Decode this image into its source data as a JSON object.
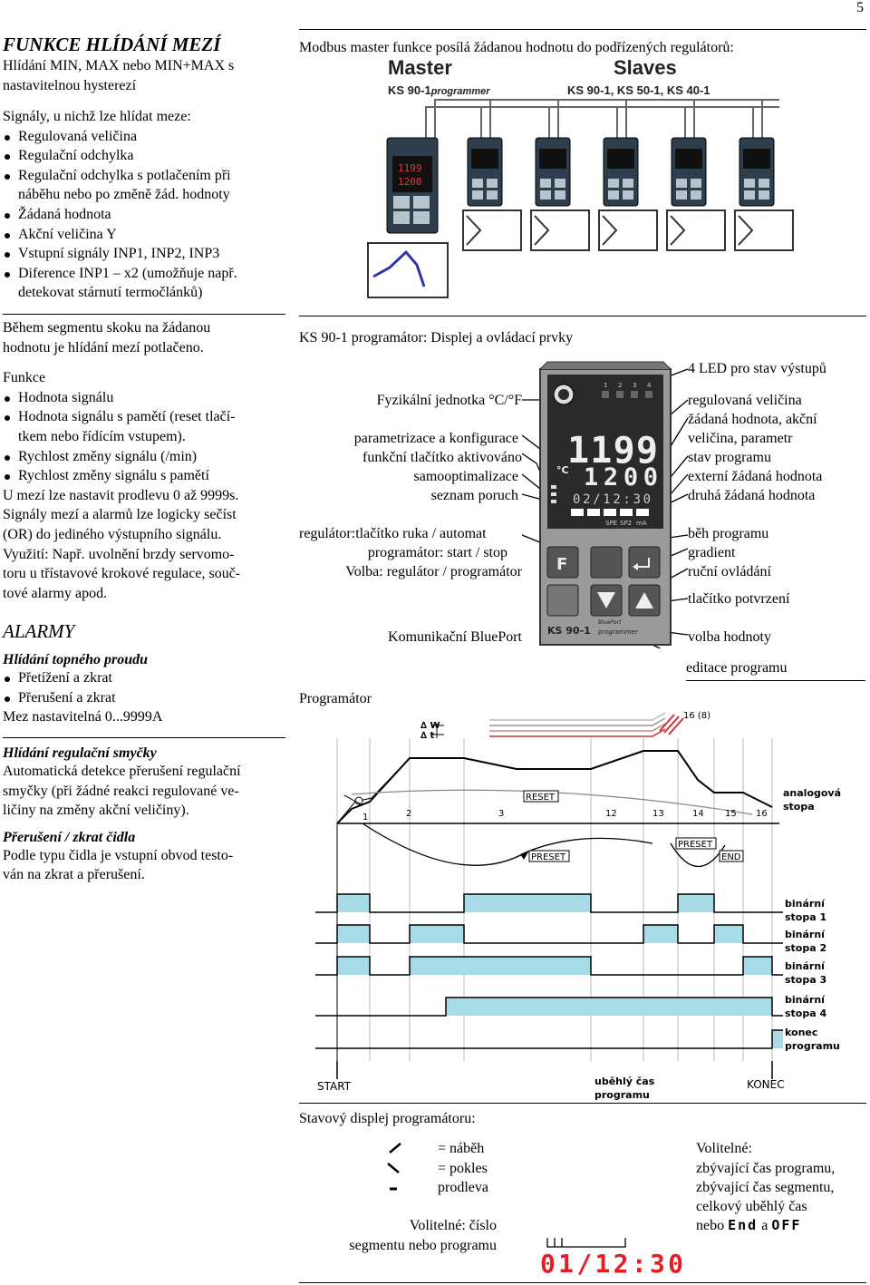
{
  "page_number": "5",
  "left": {
    "title": "FUNKCE HLÍDÁNÍ MEZÍ",
    "subtitle_lines": [
      "Hlídání MIN, MAX nebo MIN+MAX s",
      "nastavitelnou hysterezí"
    ],
    "signals_heading": "Signály, u nichž lze hlídat meze:",
    "signals": [
      "Regulovaná veličina",
      "Regulační odchylka",
      "Regulační odchylka s potlačením při",
      "náběhu nebo po změně žád. hodnoty",
      "Žádaná hodnota",
      "Akční veličina Y",
      "Vstupní signály INP1, INP2, INP3",
      "Diference INP1 – x2 (umožňuje např.",
      "detekovat stárnutí termočlánků)"
    ],
    "segment_note": [
      "Během segmentu skoku na žádanou",
      "hodnotu je hlídání mezí potlačeno."
    ],
    "funkce_heading": "Funkce",
    "funkce_items": [
      "Hodnota signálu",
      "Hodnota signálu s pamětí (reset tlačí-",
      "tkem nebo řídícím vstupem).",
      "Rychlost změny signálu (/min)",
      "Rychlost změny signálu s pamětí"
    ],
    "funkce_text": [
      "U mezí lze nastavit prodlevu 0 až 9999s.",
      "Signály mezí a alarmů lze logicky sečíst",
      "(OR) do jediného výstupního signálu.",
      "Využití: Např. uvolnění brzdy servomo-",
      "toru u třístavové krokové regulace, souč-",
      "tové alarmy apod."
    ],
    "alarmy_title": "ALARMY",
    "topny_heading": "Hlídání topného proudu",
    "topny_items": [
      "Přetížení a zkrat",
      "Přerušení a zkrat"
    ],
    "topny_text": "Mez nastavitelná 0...9999A",
    "smycka_heading": "Hlídání regulační smyčky",
    "smycka_text": [
      "Automatická detekce přerušení regulační",
      "smyčky (při žádné reakci regulované ve-",
      "ličiny na změny akční veličiny)."
    ],
    "cidlo_heading": "Přerušení / zkrat čidla",
    "cidlo_text": [
      "Podle typu čidla je vstupní obvod testo-",
      "ván na zkrat a přerušení."
    ]
  },
  "modbus": {
    "caption": "Modbus master funkce posílá žádanou hodnotu do podřízených regulátorů:",
    "master_title": "Master",
    "slaves_title": "Slaves",
    "master_model": "KS 90-1",
    "master_model_suffix": "programmer",
    "slaves_models": "KS 90-1, KS 50-1, KS 40-1",
    "display_top": "1199",
    "display_bottom": "1200"
  },
  "ks": {
    "heading": "KS 90-1 programátor: Displej a ovládací prvky",
    "left_labels": [
      "Fyzikální jednotka °C/°F",
      "parametrizace a konfigurace",
      "funkční tlačítko aktivováno",
      "samooptimalizace",
      "seznam poruch",
      "regulátor:tlačítko ruka / automat",
      "programátor: start / stop",
      "Volba: regulátor / programátor",
      "Komunikační BluePort"
    ],
    "right_labels": [
      "4 LED pro stav výstupů",
      "regulovaná veličina",
      "žádaná hodnota, akční",
      "veličina, parametr",
      "stav programu",
      "externí žádaná hodnota",
      "druhá žádaná hodnota",
      "běh programu",
      "gradient",
      "ruční ovládání",
      "tlačítko potvrzení",
      "volba hodnoty",
      "editace programu"
    ],
    "display_pv": "1199",
    "display_sp": "1200",
    "display_prog": "02/12:30",
    "unit": "°C",
    "led_numbers": [
      "1",
      "2",
      "3",
      "4"
    ],
    "ind_labels": [
      "SPE",
      "SP2",
      "mA"
    ],
    "key_f": "F",
    "model": "KS 90-1",
    "model_suffix": "programmer",
    "bluport_label": "BluePort"
  },
  "prog": {
    "title": "Programátor",
    "reset_label": "RESET",
    "preset_label": "PRESET",
    "preset2_label": "PRESET",
    "end_label": "END",
    "w_label1": "∆ W",
    "w_label2": "∆ t",
    "count_label": "16 (8)",
    "analog_label": [
      "analogová",
      "stopa"
    ],
    "segment_numbers": [
      "1",
      "2",
      "3",
      "12",
      "13",
      "14",
      "15",
      "16"
    ],
    "track_labels": [
      [
        "binární",
        "stopa 1"
      ],
      [
        "binární",
        "stopa 2"
      ],
      [
        "binární",
        "stopa 3"
      ],
      [
        "binární",
        "stopa 4"
      ],
      [
        "konec",
        "programu"
      ]
    ],
    "start_label": "START",
    "elapsed_label": [
      "uběhlý čas",
      "programu"
    ],
    "konec_label": "KONEC"
  },
  "status": {
    "heading": "Stavový displej programátoru:",
    "legend": [
      "= náběh",
      "= pokles",
      "prodleva"
    ],
    "optional_left": [
      "Volitelné: číslo",
      "segmentu nebo programu"
    ],
    "optional_right": [
      "Volitelné:",
      "zbývající čas programu,",
      "zbývající čas segmentu,",
      "celkový uběhlý čas"
    ],
    "nebo": "nebo",
    "end_word": "End",
    "a": "a",
    "off_word": "OFF",
    "display": "01/12:30"
  }
}
